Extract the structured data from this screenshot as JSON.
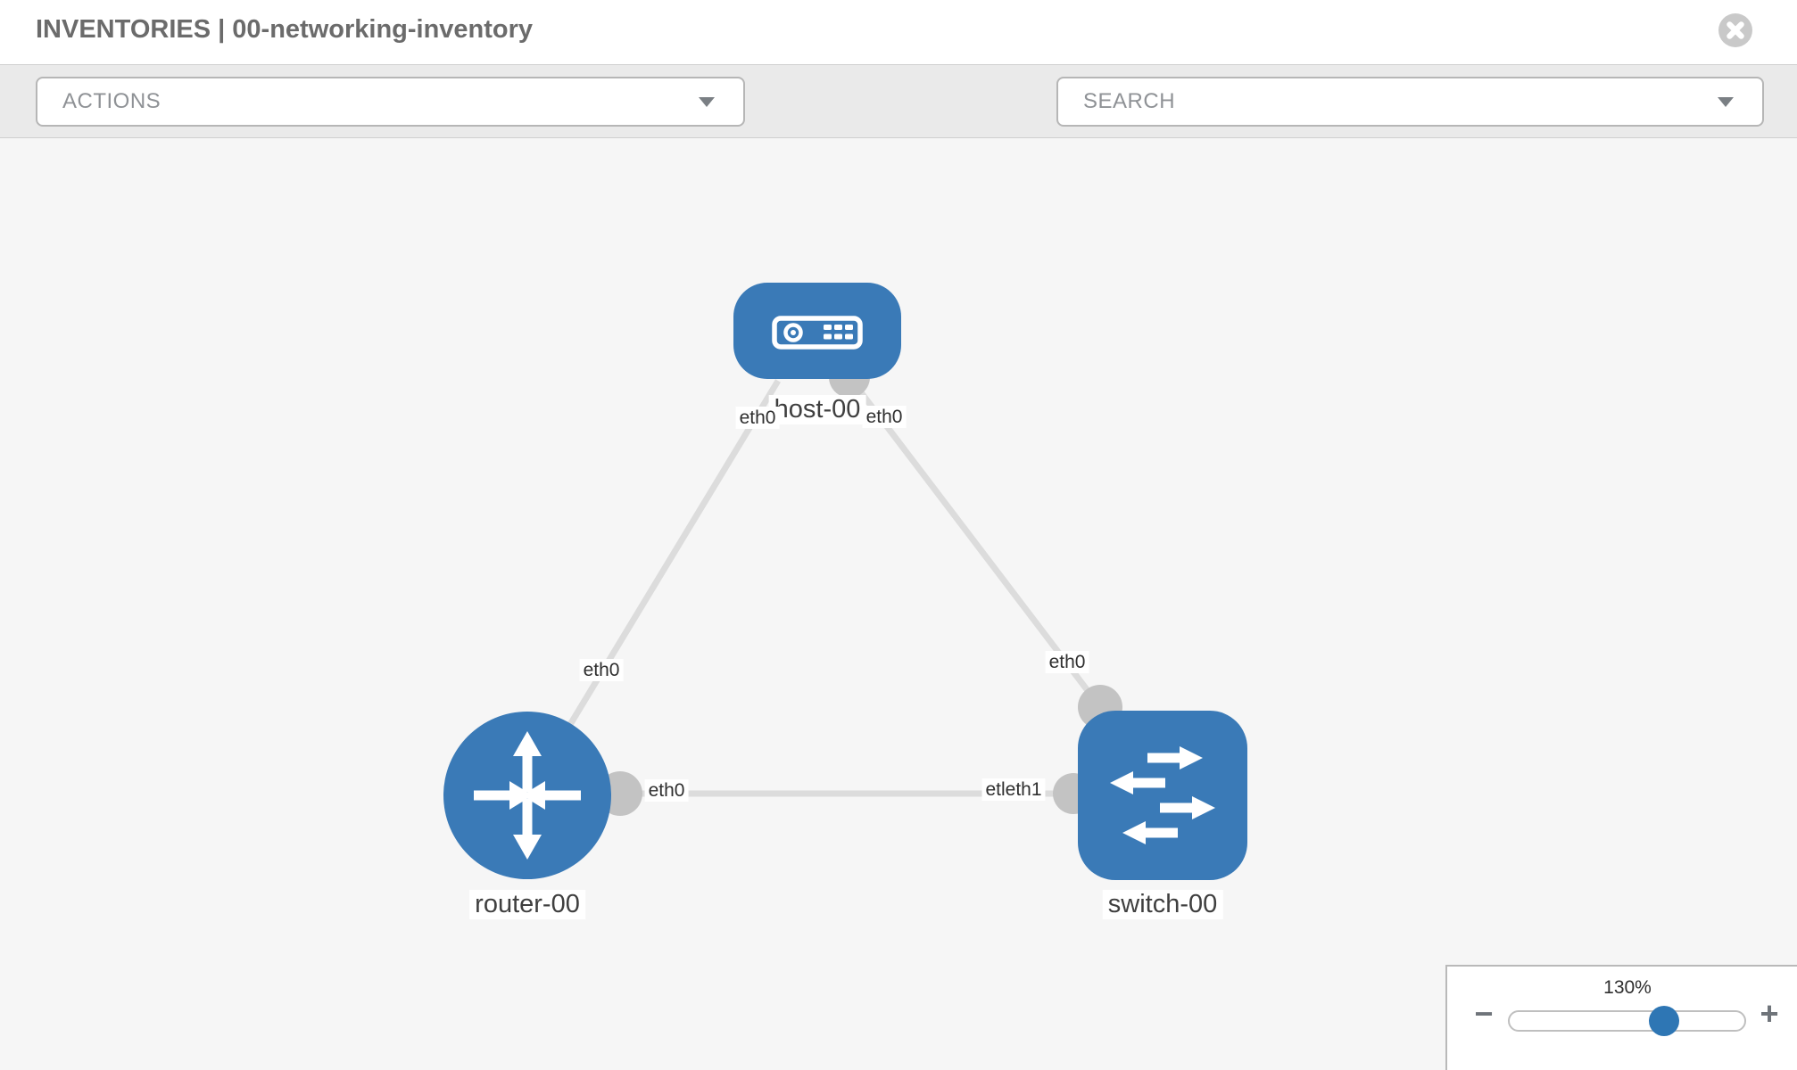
{
  "header": {
    "title": "INVENTORIES | 00-networking-inventory"
  },
  "toolbar": {
    "actions_label": "ACTIONS",
    "search_placeholder": "SEARCH"
  },
  "topology": {
    "nodes": [
      {
        "id": "host-00",
        "type": "host",
        "label": "host-00"
      },
      {
        "id": "router-00",
        "type": "router",
        "label": "router-00"
      },
      {
        "id": "switch-00",
        "type": "switch",
        "label": "switch-00"
      }
    ],
    "links": [
      {
        "from": "router-00",
        "to": "host-00"
      },
      {
        "from": "host-00",
        "to": "switch-00"
      },
      {
        "from": "router-00",
        "to": "switch-00"
      }
    ],
    "interface_labels": {
      "host_left": "eth0",
      "host_right": "eth0",
      "router_link_host": "eth0",
      "router_link_switch": "eth0",
      "switch_link_host": "eth0",
      "switch_link_router": "etleth1"
    }
  },
  "zoom_panel": {
    "level": "130%",
    "zoom_out_label": "−",
    "zoom_in_label": "+"
  },
  "colors": {
    "node_blue": "#3a7ab7",
    "port_gray": "#c3c3c3",
    "edge_gray": "#dcdcdc",
    "slider_handle_blue": "#2e76b4",
    "canvas_bg": "#f6f6f6",
    "toolbar_bg": "#eaeaea"
  }
}
